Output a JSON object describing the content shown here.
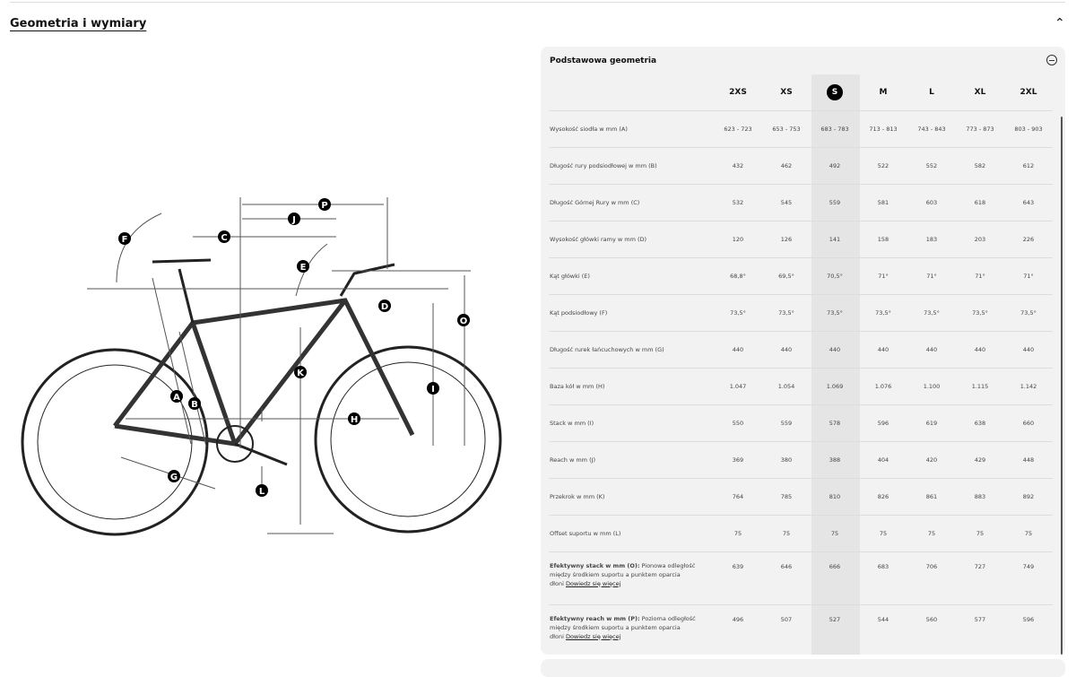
{
  "section": {
    "title": "Geometria i wymiary",
    "collapse_icon": "chevron-up-icon"
  },
  "diagram": {
    "labels": [
      "A",
      "B",
      "C",
      "D",
      "E",
      "F",
      "G",
      "H",
      "I",
      "J",
      "K",
      "L",
      "O",
      "P"
    ]
  },
  "panel": {
    "title": "Podstawowa geometria",
    "collapse_icon": "minus-circle-icon",
    "selected_size": "S",
    "sizes": [
      "2XS",
      "XS",
      "S",
      "M",
      "L",
      "XL",
      "2XL"
    ],
    "rows": [
      {
        "label": "Wysokość siodła w mm (A)",
        "values": [
          "623 - 723",
          "653 - 753",
          "683 - 783",
          "713 - 813",
          "743 - 843",
          "773 - 873",
          "803 - 903"
        ]
      },
      {
        "label": "Długość rury podsiodłowej w mm (B)",
        "values": [
          "432",
          "462",
          "492",
          "522",
          "552",
          "582",
          "612"
        ]
      },
      {
        "label": "Długość Górnej Rury w mm (C)",
        "values": [
          "532",
          "545",
          "559",
          "581",
          "603",
          "618",
          "643"
        ]
      },
      {
        "label": "Wysokość główki ramy w mm (D)",
        "values": [
          "120",
          "126",
          "141",
          "158",
          "183",
          "203",
          "226"
        ]
      },
      {
        "label": "Kąt główki (E)",
        "values": [
          "68,8°",
          "69,5°",
          "70,5°",
          "71°",
          "71°",
          "71°",
          "71°"
        ]
      },
      {
        "label": "Kąt podsiodłowy (F)",
        "values": [
          "73,5°",
          "73,5°",
          "73,5°",
          "73,5°",
          "73,5°",
          "73,5°",
          "73,5°"
        ]
      },
      {
        "label": "Długość rurek łańcuchowych w mm (G)",
        "values": [
          "440",
          "440",
          "440",
          "440",
          "440",
          "440",
          "440"
        ]
      },
      {
        "label": "Baza kół w mm (H)",
        "values": [
          "1.047",
          "1.054",
          "1.069",
          "1.076",
          "1.100",
          "1.115",
          "1.142"
        ]
      },
      {
        "label": "Stack w mm (I)",
        "values": [
          "550",
          "559",
          "578",
          "596",
          "619",
          "638",
          "660"
        ]
      },
      {
        "label": "Reach w mm (J)",
        "values": [
          "369",
          "380",
          "388",
          "404",
          "420",
          "429",
          "448"
        ]
      },
      {
        "label": "Przekrok w mm (K)",
        "values": [
          "764",
          "785",
          "810",
          "826",
          "861",
          "883",
          "892"
        ]
      },
      {
        "label": "Offset suportu w mm (L)",
        "values": [
          "75",
          "75",
          "75",
          "75",
          "75",
          "75",
          "75"
        ]
      }
    ],
    "tall_rows": [
      {
        "bold": "Efektywny stack w mm (O):",
        "desc": " Pionowa odległość między środkiem suportu a punktem oparcia dłoni ",
        "link": "Dowiedz się więcej",
        "values": [
          "639",
          "646",
          "666",
          "683",
          "706",
          "727",
          "749"
        ]
      },
      {
        "bold": "Efektywny reach w mm (P):",
        "desc": " Pozioma odległość między środkiem suportu a punktem oparcia dłoni ",
        "link": "Dowiedz się więcej",
        "values": [
          "496",
          "507",
          "527",
          "544",
          "560",
          "577",
          "596"
        ]
      }
    ]
  }
}
